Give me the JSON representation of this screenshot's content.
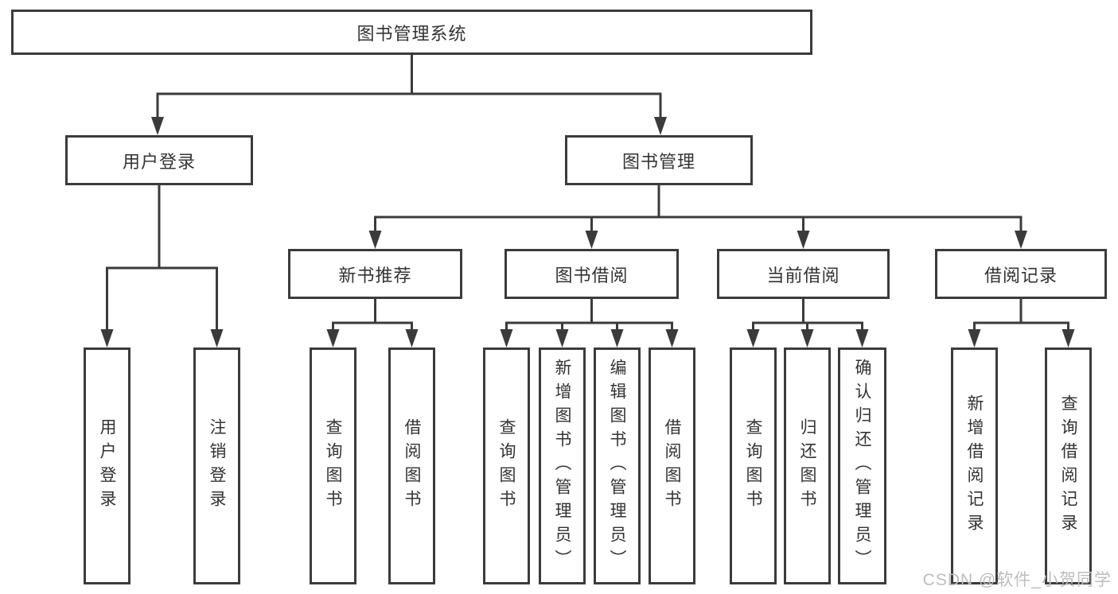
{
  "tree": {
    "root": "图书管理系统",
    "branches": [
      {
        "label": "用户登录",
        "children": [
          "用户登录",
          "注销登录"
        ]
      },
      {
        "label": "图书管理",
        "groups": [
          {
            "label": "新书推荐",
            "children": [
              "查询图书",
              "借阅图书"
            ]
          },
          {
            "label": "图书借阅",
            "children": [
              "查询图书",
              "新增图书（管理员）",
              "编辑图书（管理员）",
              "借阅图书"
            ]
          },
          {
            "label": "当前借阅",
            "children": [
              "查询图书",
              "归还图书",
              "确认归还（管理员）"
            ]
          },
          {
            "label": "借阅记录",
            "children": [
              "新增借阅记录",
              "查询借阅记录"
            ]
          }
        ]
      }
    ]
  },
  "watermark": "CSDN @软件_小贺同学",
  "colors": {
    "line": "#3b3b3b",
    "text": "#333333",
    "watermark": "#bdbdbd",
    "background": "#ffffff"
  }
}
